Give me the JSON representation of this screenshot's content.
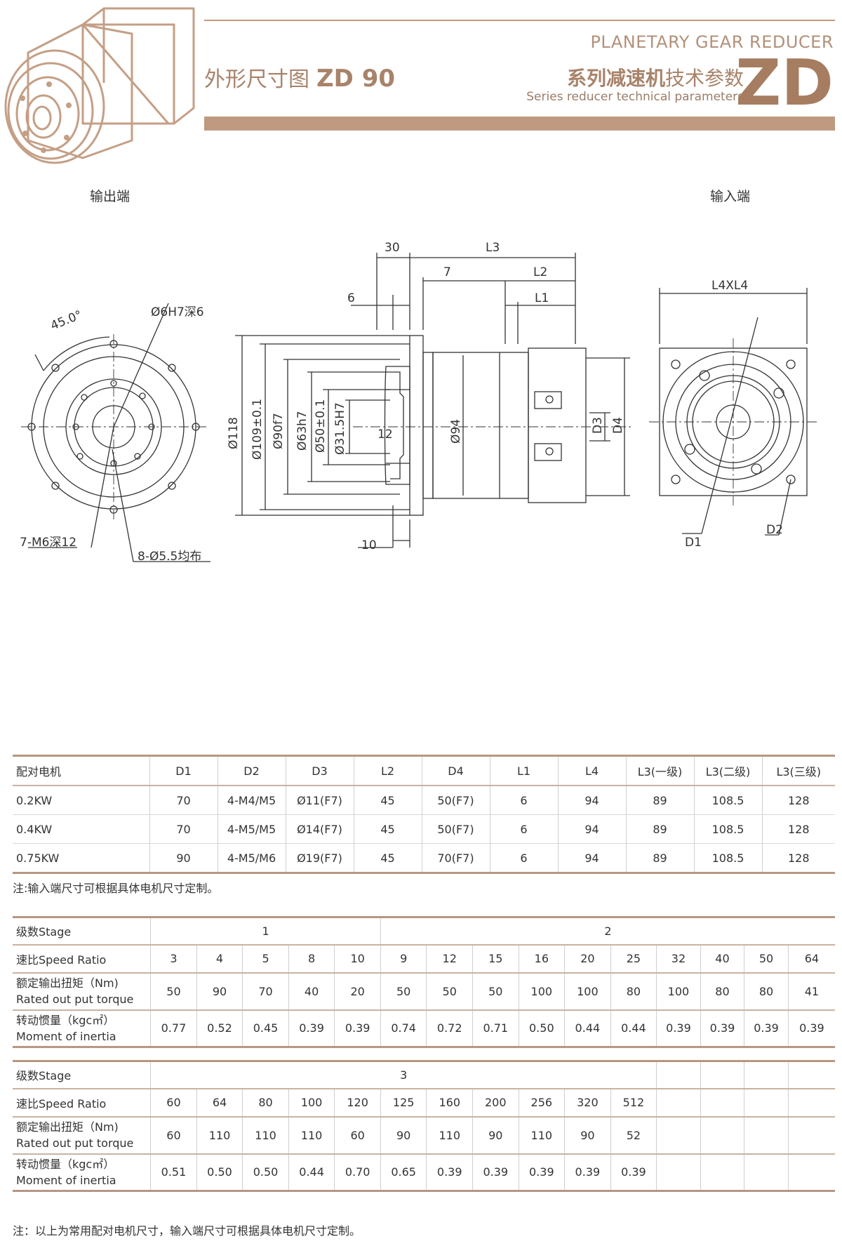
{
  "header": {
    "title_cn": "外形尺寸图",
    "model": "ZD 90",
    "brand_en": "PLANETARY GEAR REDUCER",
    "series_cn_bold": "系列减速机",
    "series_cn_normal": "技术参数",
    "series_en": "Series reducer technical parameters",
    "series_code": "ZD"
  },
  "views": {
    "output_label": "输出端",
    "input_label": "输入端"
  },
  "dimensions": {
    "angle": "45.0°",
    "hole_6h7": "Ø6H7深6",
    "thread_m6": "7-M6深12",
    "holes_55": "8-Ø5.5均布",
    "d30": "30",
    "d7": "7",
    "d6": "6",
    "d10": "10",
    "L1": "L1",
    "L2": "L2",
    "L3": "L3",
    "L4XL4": "L4XL4",
    "phi118": "Ø118",
    "phi109": "Ø109±0.1",
    "phi90": "Ø90f7",
    "phi63": "Ø63h7",
    "phi50": "Ø50±0.1",
    "phi31": "Ø31.5H7",
    "d12": "12",
    "phi94": "Ø94",
    "D1": "D1",
    "D2": "D2",
    "D3": "D3",
    "D4": "D4"
  },
  "motor_table": {
    "headers": [
      "配对电机",
      "D1",
      "D2",
      "D3",
      "L2",
      "D4",
      "L1",
      "L4",
      "L3(一级)",
      "L3(二级)",
      "L3(三级)"
    ],
    "rows": [
      [
        "0.2KW",
        "70",
        "4-M4/M5",
        "Ø11(F7)",
        "45",
        "50(F7)",
        "6",
        "94",
        "89",
        "108.5",
        "128"
      ],
      [
        "0.4KW",
        "70",
        "4-M5/M5",
        "Ø14(F7)",
        "45",
        "50(F7)",
        "6",
        "94",
        "89",
        "108.5",
        "128"
      ],
      [
        "0.75KW",
        "90",
        "4-M5/M6",
        "Ø19(F7)",
        "45",
        "70(F7)",
        "6",
        "94",
        "89",
        "108.5",
        "128"
      ]
    ],
    "note": "注:输入端尺寸可根据具体电机尺寸定制。"
  },
  "stage_table_1": {
    "label_stage": "级数Stage",
    "label_ratio": "速比Speed Ratio",
    "label_torque_cn": "额定输出扭矩（Nm)",
    "label_torque_en": "Rated out put torque",
    "label_inertia_cn": "转动惯量（kgc㎡）",
    "label_inertia_en": "Moment of inertia",
    "stage_1": "1",
    "stage_2": "2",
    "ratios": [
      "3",
      "4",
      "5",
      "8",
      "10",
      "9",
      "12",
      "15",
      "16",
      "20",
      "25",
      "32",
      "40",
      "50",
      "64"
    ],
    "torque": [
      "50",
      "90",
      "70",
      "40",
      "20",
      "50",
      "50",
      "50",
      "100",
      "100",
      "80",
      "100",
      "80",
      "80",
      "41"
    ],
    "inertia": [
      "0.77",
      "0.52",
      "0.45",
      "0.39",
      "0.39",
      "0.74",
      "0.72",
      "0.71",
      "0.50",
      "0.44",
      "0.44",
      "0.39",
      "0.39",
      "0.39",
      "0.39"
    ]
  },
  "stage_table_2": {
    "label_stage": "级数Stage",
    "label_ratio": "速比Speed Ratio",
    "label_torque_cn": "额定输出扭矩（Nm)",
    "label_torque_en": "Rated out put torque",
    "label_inertia_cn": "转动惯量（kgc㎡）",
    "label_inertia_en": "Moment of inertia",
    "stage_3": "3",
    "ratios": [
      "60",
      "64",
      "80",
      "100",
      "120",
      "125",
      "160",
      "200",
      "256",
      "320",
      "512"
    ],
    "torque": [
      "60",
      "110",
      "110",
      "110",
      "60",
      "90",
      "110",
      "90",
      "110",
      "90",
      "52"
    ],
    "inertia": [
      "0.51",
      "0.50",
      "0.50",
      "0.44",
      "0.70",
      "0.65",
      "0.39",
      "0.39",
      "0.39",
      "0.39",
      "0.39"
    ]
  },
  "footer_note": "注：以上为常用配对电机尺寸，输入端尺寸可根据具体电机尺寸定制。"
}
